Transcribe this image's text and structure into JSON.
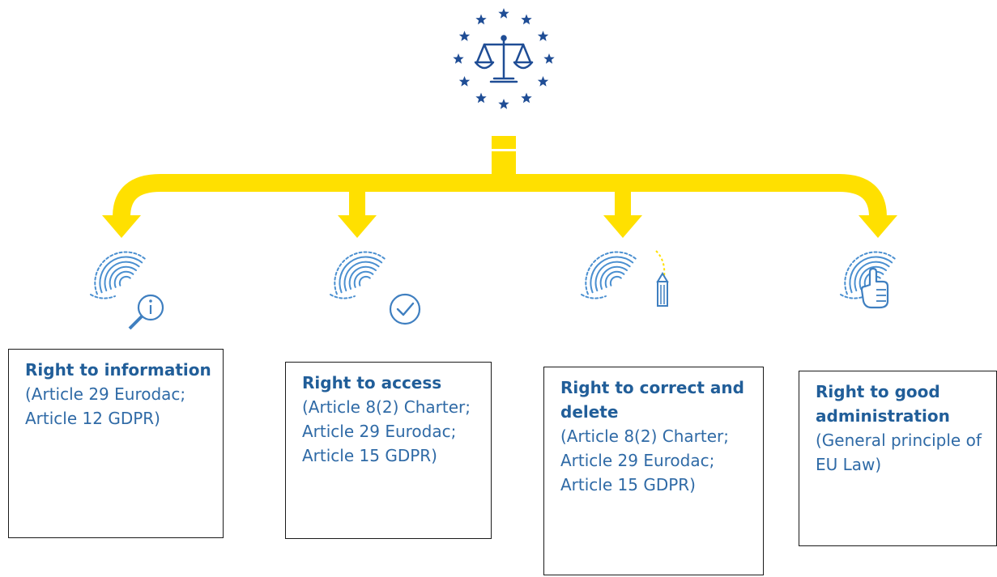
{
  "colors": {
    "connector": "#ffe000",
    "emblem": "#1f4d95",
    "fingerprint": "#4a8fd0",
    "box_text": "#2e5d8e"
  },
  "emblem": {
    "icon": "eu-stars-scales-of-justice-icon"
  },
  "rights": [
    {
      "icon": "fingerprint-information-icon",
      "title": "Right to information",
      "detail": "(Article 29 Eurodac; Article 12 GDPR)"
    },
    {
      "icon": "fingerprint-checkmark-icon",
      "title": "Right to access",
      "detail": "(Article 8(2) Charter; Article 29 Eurodac; Article 15 GDPR)"
    },
    {
      "icon": "fingerprint-pencil-icon",
      "title": "Right to correct and delete",
      "detail": "(Article 8(2) Charter; Article 29 Eurodac; Article 15 GDPR)"
    },
    {
      "icon": "fingerprint-hand-icon",
      "title": "Right to good administration",
      "detail": "(General principle of EU Law)"
    }
  ]
}
